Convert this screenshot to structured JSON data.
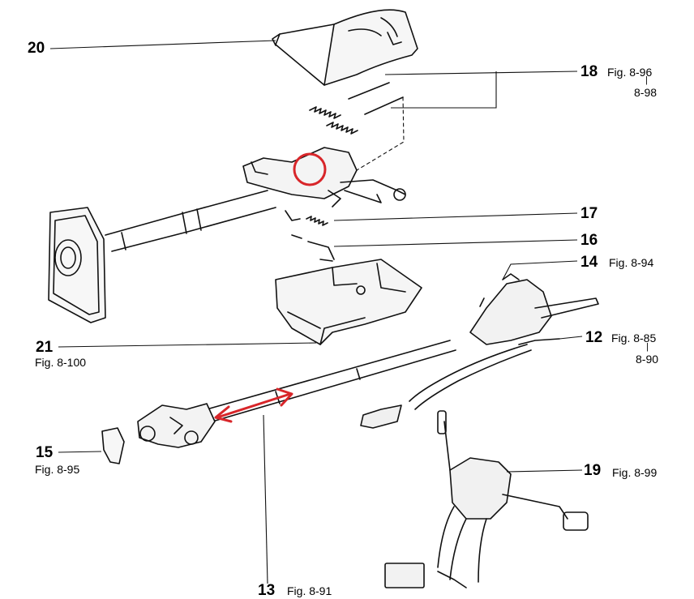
{
  "callouts": {
    "c20": {
      "number": "20",
      "figure": ""
    },
    "c18": {
      "number": "18",
      "figure": "Fig. 8-96",
      "figure_range_end": "8-98"
    },
    "c17": {
      "number": "17",
      "figure": ""
    },
    "c16": {
      "number": "16",
      "figure": ""
    },
    "c14": {
      "number": "14",
      "figure": "Fig. 8-94"
    },
    "c12": {
      "number": "12",
      "figure": "Fig. 8-85",
      "figure_range_end": "8-90"
    },
    "c21": {
      "number": "21",
      "figure": "Fig. 8-100"
    },
    "c15": {
      "number": "15",
      "figure": "Fig. 8-95"
    },
    "c19": {
      "number": "19",
      "figure": "Fig. 8-99"
    },
    "c13": {
      "number": "13",
      "figure": "Fig. 8-91"
    }
  },
  "annotations": {
    "highlight_color": "#d8262a",
    "circle": "red circle around bracket bolt on column mount",
    "arrow": "red double-headed arrow along intermediate shaft"
  }
}
